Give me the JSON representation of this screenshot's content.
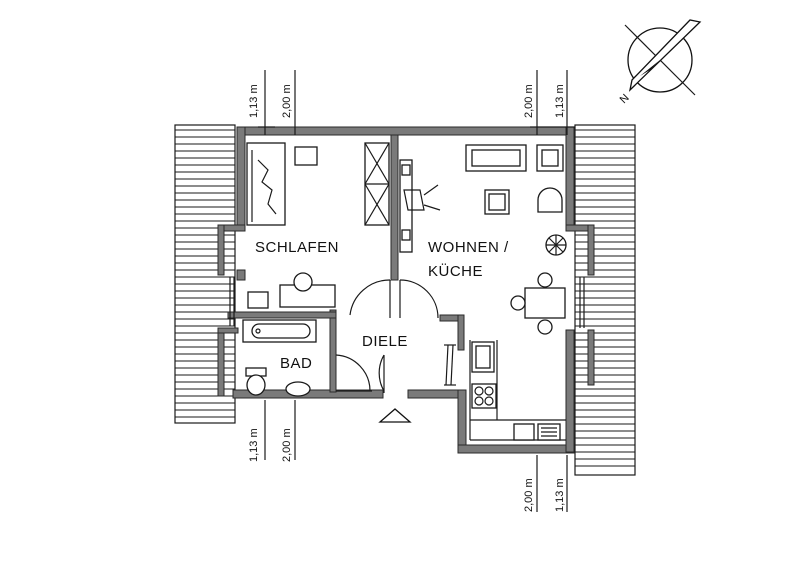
{
  "rooms": {
    "schlafen": "SCHLAFEN",
    "wohnen_line1": "WOHNEN /",
    "wohnen_line2": "KÜCHE",
    "diele": "DIELE",
    "bad": "BAD"
  },
  "dimensions": {
    "top_left": [
      "1,13 m",
      "2,00 m"
    ],
    "top_right": [
      "2,00 m",
      "1,13 m"
    ],
    "bottom_left": [
      "1,13 m",
      "2,00 m"
    ],
    "bottom_right": [
      "2,00 m",
      "1,13 m"
    ]
  },
  "north_label": "N",
  "icons": [
    "compass-north-icon",
    "entrance-triangle-icon",
    "stove-icon",
    "sink-icon",
    "plant-icon"
  ]
}
